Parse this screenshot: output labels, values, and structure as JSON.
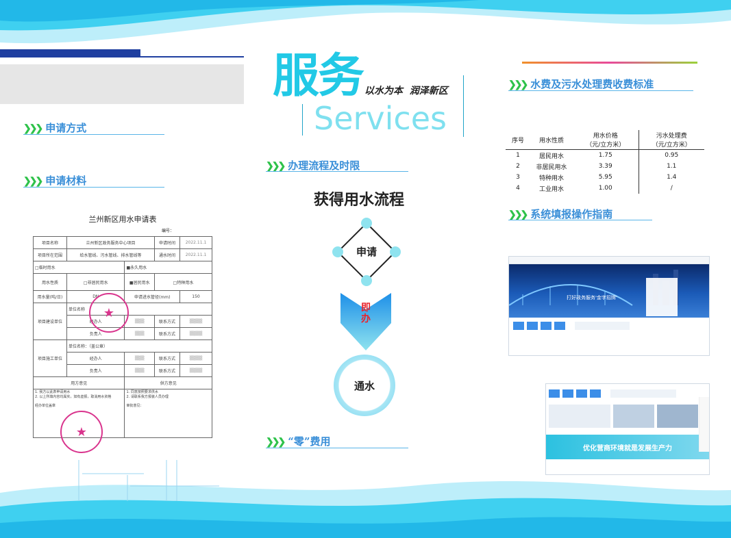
{
  "hero": {
    "title": "服务",
    "slogan": "以水为本  润泽新区",
    "english": "Services"
  },
  "sections": {
    "apply_method": "申请方式",
    "apply_materials": "申请材料",
    "process": "办理流程及时限",
    "zero_fee": "“零”费用",
    "fee_standard": "水费及污水处理费收费标准",
    "system_guide": "系统填报操作指南"
  },
  "flow": {
    "title": "获得用水流程",
    "step1": "申请",
    "arrow_label": "即办",
    "step2": "通水"
  },
  "form": {
    "title": "兰州新区用水申请表",
    "number_label": "编号：",
    "rows": {
      "project_name": "项目名称",
      "project_name_val": "兰州新区政务服务中心项目",
      "apply_date": "申请时间",
      "date_val": "2022.11.1",
      "scope": "项目所在范围",
      "scope_val": "给水管线、污水管线、排水管线等",
      "connect_date": "通水时间",
      "date_val2": "2022.11.1",
      "temp": "临时用水",
      "perm": "永久用水",
      "usage": "用水性质",
      "usage1": "非居民用水",
      "usage2": "居民用水",
      "usage3": "特种用水",
      "volume": "用水量(吨/日)",
      "volume_val": "DN",
      "pipe": "申请进水管径(mm)",
      "pipe_val": "150",
      "builder": "项目建设单位",
      "unit_name": "单位名称",
      "handler": "经办人",
      "contact": "联系方式",
      "leader": "负责人",
      "contractor": "项目施工单位",
      "unit_name2": "单位名称：（盖公章）",
      "handler2": "经办人",
      "contact2": "联系方式",
      "leader2": "负责人",
      "user_opinion": "用方意见",
      "supplier_opinion": "供方意见",
      "user_text": "1. 我方以此表申请用水\n2. 以上所填内容均属实，如有虚报，取消用水资格",
      "supplier_text": "1. 同意按照要求供水\n2. 请联系我方报装人员办理",
      "opinion_label": "经办单位盖章",
      "supplier_sign": "审批意见："
    }
  },
  "fee_table": {
    "headers": [
      "序号",
      "用水性质",
      "用水价格\n（元/立方米）",
      "污水处理费\n（元/立方米）"
    ],
    "rows": [
      [
        "1",
        "居民用水",
        "1.75",
        "0.95"
      ],
      [
        "2",
        "非居民用水",
        "3.39",
        "1.1"
      ],
      [
        "3",
        "特种用水",
        "5.95",
        "1.4"
      ],
      [
        "4",
        "工业用水",
        "1.00",
        "/"
      ]
    ]
  },
  "screenshots": {
    "portal_banner": "打好政务服务'金字招牌'",
    "portal_footer": "优化营商环境就是发展生产力"
  },
  "colors": {
    "title_blue": "#3a8fd8",
    "hero_cyan": "#22c9e6",
    "chevron_green": "#2ec24a",
    "stamp_red": "#d9348d",
    "wave_cyan": "#3fd0f0"
  }
}
